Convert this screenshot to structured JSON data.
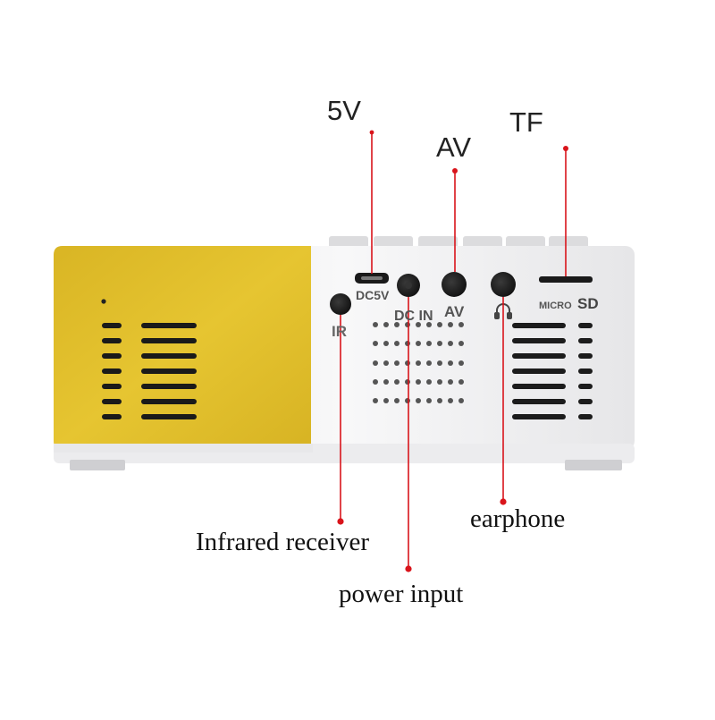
{
  "callouts": {
    "dc5v": "5V",
    "av": "AV",
    "tf": "TF",
    "infrared": "Infrared receiver",
    "power": "power input",
    "earphone": "earphone"
  },
  "device_labels": {
    "ir": "IR",
    "dc5v": "DC5V",
    "dc_in": "DC IN",
    "av": "AV",
    "micro": "MICRO",
    "sd": "SD"
  },
  "colors": {
    "body_yellow": "#e3c22a",
    "body_white": "#f3f3f4",
    "leader_red": "#d9141b",
    "port_black": "#161616"
  },
  "icons": {
    "earphone_symbol": "headphone-icon"
  }
}
